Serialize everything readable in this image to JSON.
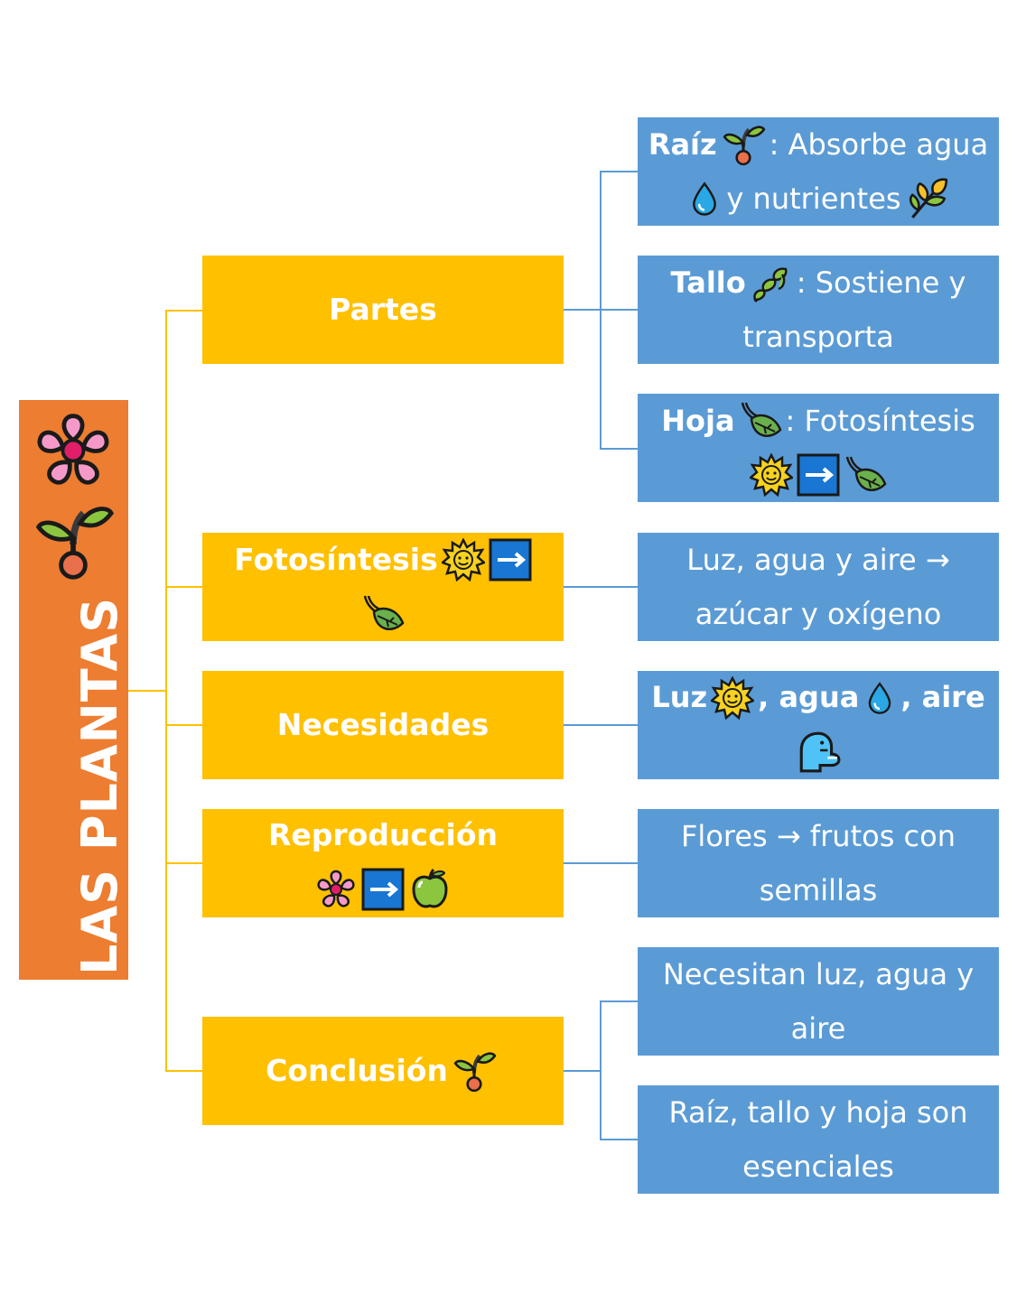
{
  "root": {
    "title": "LAS PLANTAS",
    "icons": [
      "flower-icon",
      "seedling-icon"
    ]
  },
  "categories": [
    {
      "id": "partes",
      "label": "Partes"
    },
    {
      "id": "fotosintesis",
      "label": "Fotosíntesis"
    },
    {
      "id": "necesidades",
      "label": "Necesidades"
    },
    {
      "id": "reproduccion",
      "label": "Reproducción"
    },
    {
      "id": "conclusion",
      "label": "Conclusión"
    }
  ],
  "details": {
    "raiz": {
      "term": "Raíz",
      "text1": ": Absorbe agua",
      "text2": "y nutrientes"
    },
    "tallo": {
      "term": "Tallo",
      "text1": ": Sostiene y",
      "text2": "transporta"
    },
    "hoja": {
      "term": "Hoja",
      "text1": ": Fotosíntesis"
    },
    "fotosintesis": {
      "text1": "Luz, agua y aire →",
      "text2": "azúcar y oxígeno"
    },
    "necesidades": {
      "luz": "Luz",
      "agua": ", agua",
      "aire": ", aire"
    },
    "reproduccion": {
      "text1": "Flores → frutos con",
      "text2": "semillas"
    },
    "conclusion1": {
      "text1": "Necesitan luz, agua y",
      "text2": "aire"
    },
    "conclusion2": {
      "text1": "Raíz, tallo y hoja son",
      "text2": "esenciales"
    }
  },
  "colors": {
    "root": "#ED7D31",
    "category": "#FFC000",
    "detail": "#5B9BD5"
  }
}
